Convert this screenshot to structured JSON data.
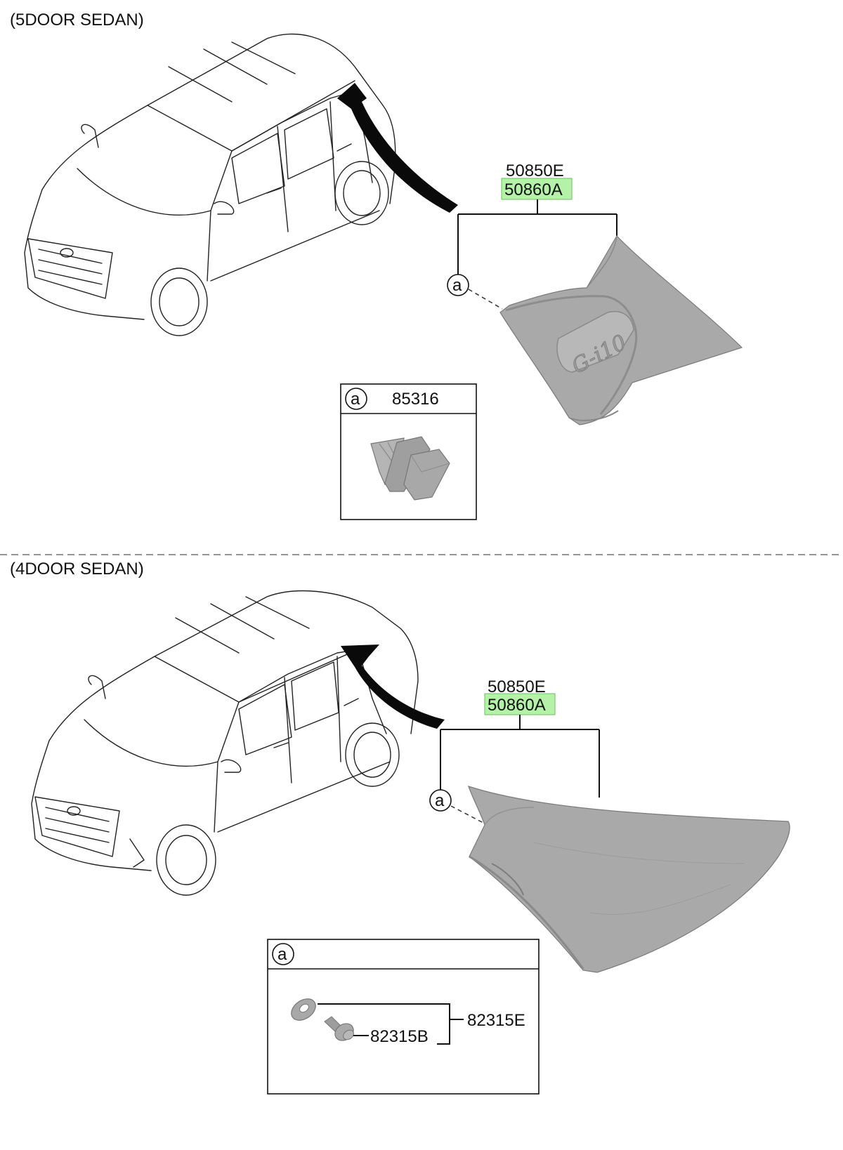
{
  "sections": [
    {
      "title": "(5DOOR SEDAN)",
      "part_numbers": [
        "50850E",
        "50860A"
      ],
      "highlighted_part": "50860A",
      "callout_letter": "a",
      "detail_box": {
        "letter": "a",
        "part": "85316"
      }
    },
    {
      "title": "(4DOOR SEDAN)",
      "part_numbers": [
        "50850E",
        "50860A"
      ],
      "highlighted_part": "50860A",
      "callout_letter": "a",
      "detail_box": {
        "letter": "a",
        "parts": [
          "82315E",
          "82315B"
        ]
      }
    }
  ],
  "emblem_text": "G-i10",
  "colors": {
    "highlight": "#b4f2a8",
    "part_gray": "#a9a9a9",
    "divider": "#555555"
  }
}
